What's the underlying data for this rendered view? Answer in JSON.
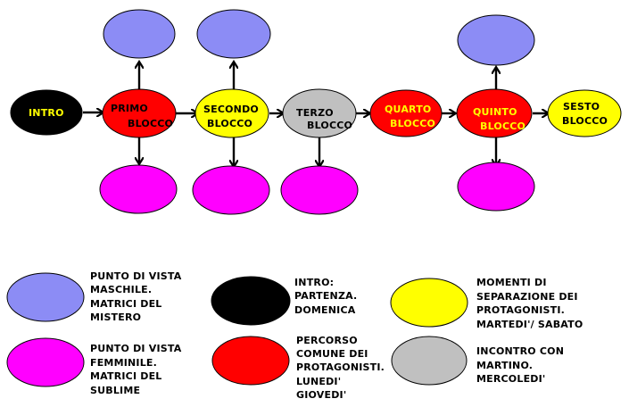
{
  "colors": {
    "purple": "#8c8cf5",
    "magenta": "#ff00ff",
    "black": "#000000",
    "red": "#ff0000",
    "yellow": "#ffff00",
    "gray": "#c0c0c0"
  },
  "flow": {
    "intro": {
      "line1": "INTRO"
    },
    "primo": {
      "line1": "PRIMO",
      "line2": "BLOCCO"
    },
    "secondo": {
      "line1": "SECONDO",
      "line2": "BLOCCO"
    },
    "terzo": {
      "line1": "TERZO",
      "line2": "BLOCCO"
    },
    "quarto": {
      "line1": "QUARTO",
      "line2": "BLOCCO"
    },
    "quinto": {
      "line1": "QUINTO",
      "line2": "BLOCCO"
    },
    "sesto": {
      "line1": "SESTO",
      "line2": "BLOCCO"
    }
  },
  "legend": {
    "male": [
      "PUNTO DI VISTA",
      "MASCHILE.",
      "MATRICI DEL",
      "MISTERO"
    ],
    "female": [
      "PUNTO DI VISTA",
      "FEMMINILE.",
      "MATRICI DEL",
      "SUBLIME"
    ],
    "intro": [
      "INTRO:",
      "PARTENZA.",
      "DOMENICA"
    ],
    "common": [
      "PERCORSO",
      "COMUNE DEI",
      "PROTAGONISTI.",
      "LUNEDI'",
      "GIOVEDI'"
    ],
    "separation": [
      "MOMENTI DI",
      "SEPARAZIONE DEI",
      "PROTAGONISTI.",
      "MARTEDI'/ SABATO"
    ],
    "martino": [
      "INCONTRO CON",
      "MARTINO.",
      "MERCOLEDI'"
    ]
  }
}
